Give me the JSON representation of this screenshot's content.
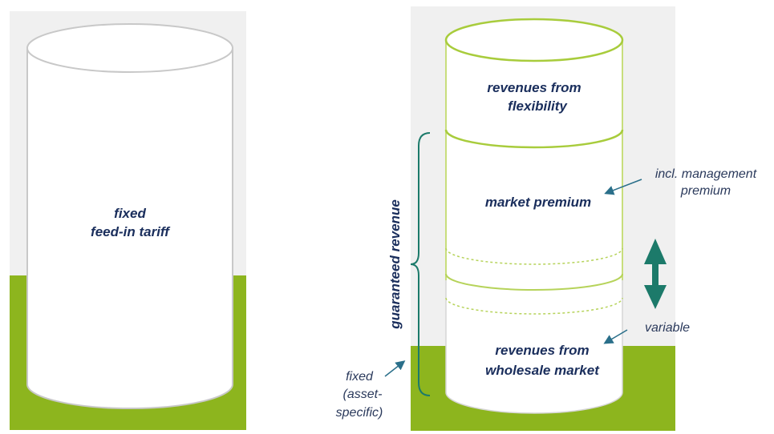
{
  "left_panel": {
    "label_line1": "fixed",
    "label_line2": "feed-in tariff"
  },
  "right_panel": {
    "segments": {
      "flexibility_line1": "revenues from",
      "flexibility_line2": "flexibility",
      "market_premium": "market premium",
      "wholesale_line1": "revenues from",
      "wholesale_line2": "wholesale market"
    },
    "brace_label": "guaranteed revenue",
    "notes": {
      "management_line1": "incl. management",
      "management_line2": "premium",
      "variable": "variable",
      "fixed_line1": "fixed",
      "fixed_line2": "(asset-",
      "fixed_line3": "specific)"
    }
  },
  "colors": {
    "ground_green": "#8db51e",
    "background_gray": "#f0f0f0",
    "outline_green": "#b6d35a",
    "text_navy": "#1a2e5c",
    "arrow_teal": "#1c7a6a"
  }
}
